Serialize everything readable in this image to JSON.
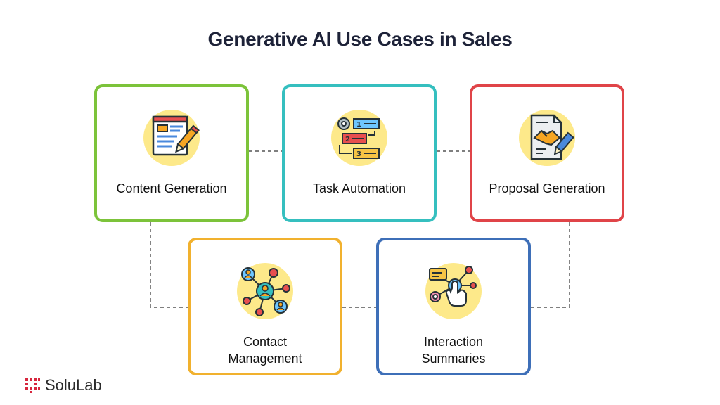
{
  "title": "Generative AI Use Cases in Sales",
  "cards": [
    {
      "label": "Content Generation",
      "icon": "content-writing-icon",
      "border_color": "#7cc33a"
    },
    {
      "label": "Task Automation",
      "icon": "task-automation-icon",
      "border_color": "#35bfbf"
    },
    {
      "label": "Proposal Generation",
      "icon": "proposal-handshake-icon",
      "border_color": "#e04448"
    },
    {
      "label": "Contact\nManagement",
      "icon": "contact-network-icon",
      "border_color": "#f1b12e"
    },
    {
      "label": "Interaction\nSummaries",
      "icon": "interaction-touch-icon",
      "border_color": "#3e6fb8"
    }
  ],
  "brand": {
    "name": "SoluLab",
    "color": "#d7263d"
  },
  "colors": {
    "title": "#1d2238",
    "icon_bg": "#fde98a",
    "connector": "#333333"
  }
}
